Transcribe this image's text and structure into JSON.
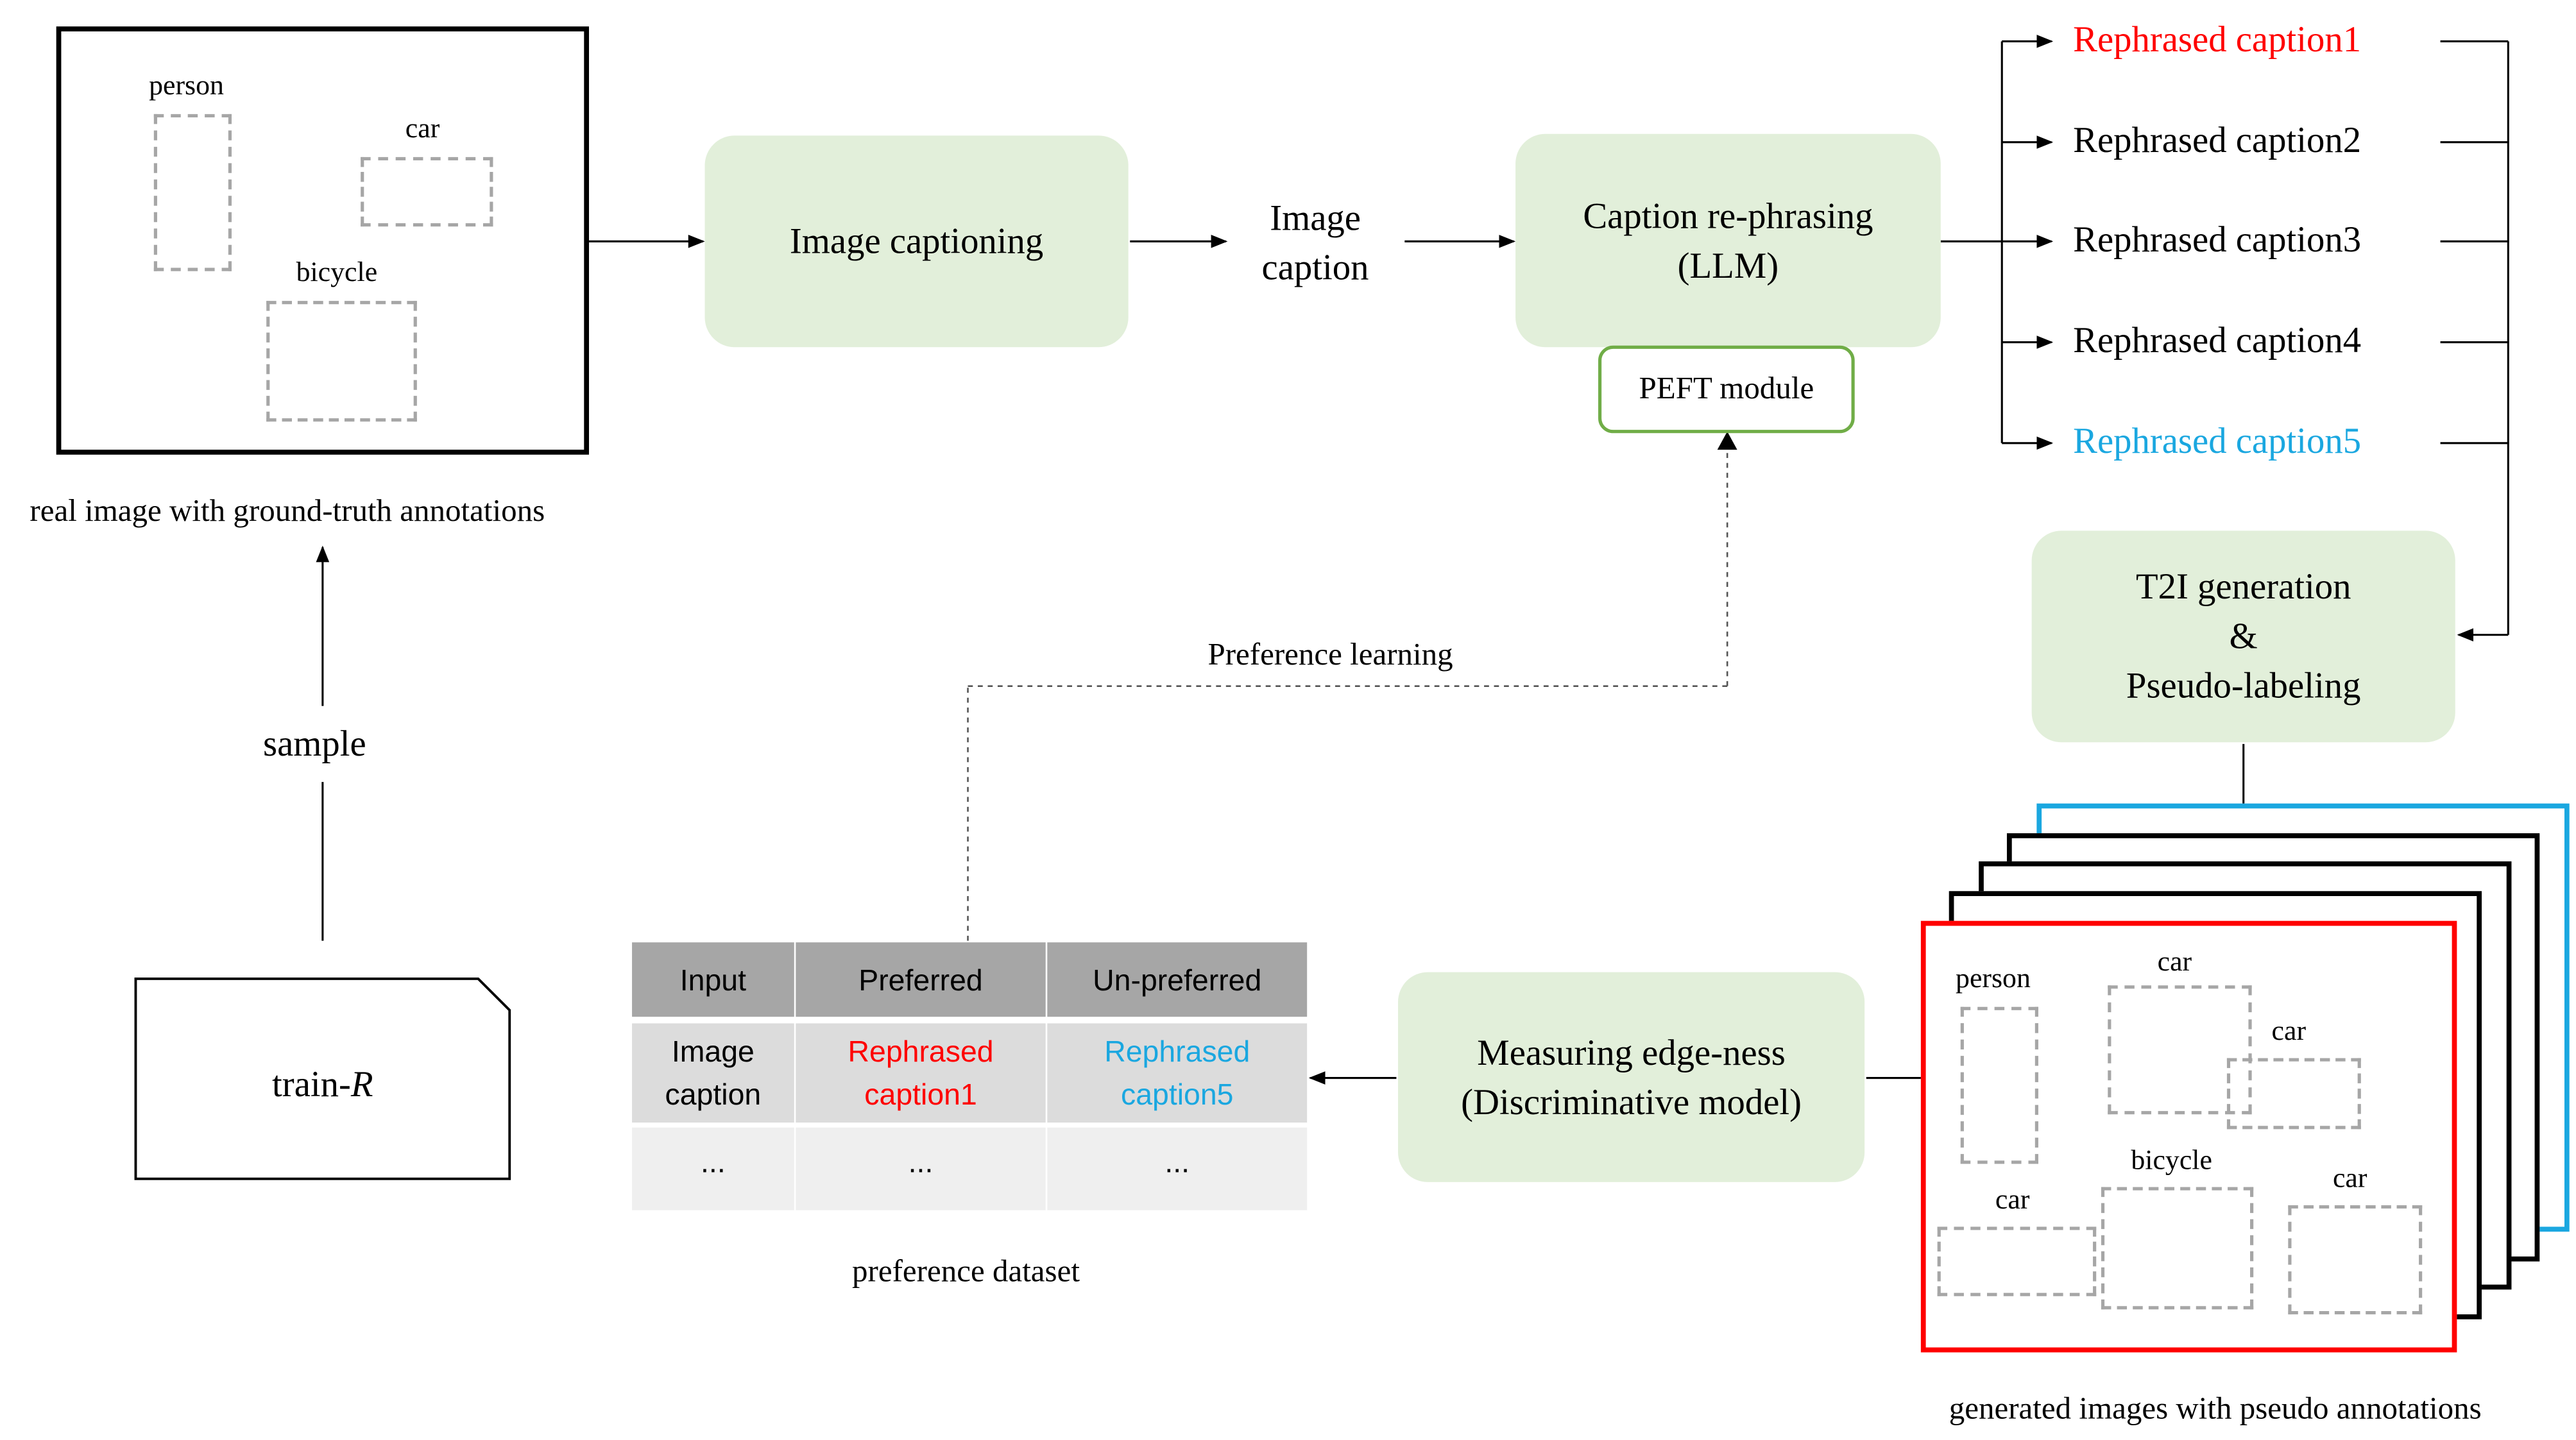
{
  "real_image": {
    "caption": "real image with ground-truth annotations",
    "boxes": {
      "person": "person",
      "car": "car",
      "bicycle": "bicycle"
    }
  },
  "sample_label": "sample",
  "train_doc": {
    "prefix": "train-",
    "suffix": "R"
  },
  "modules": {
    "image_captioning": "Image captioning",
    "image_caption_line1": "Image",
    "image_caption_line2": "caption",
    "rephrasing_line1": "Caption re-phrasing",
    "rephrasing_line2": "(LLM)",
    "peft": "PEFT module",
    "t2i_line1": "T2I generation",
    "t2i_line2": "&",
    "t2i_line3": "Pseudo-labeling",
    "measure_line1": "Measuring edge-ness",
    "measure_line2": "(Discriminative model)"
  },
  "rephrased": [
    {
      "label": "Rephrased caption1",
      "color": "#ff0000"
    },
    {
      "label": "Rephrased caption2",
      "color": "#000000"
    },
    {
      "label": "Rephrased caption3",
      "color": "#000000"
    },
    {
      "label": "Rephrased caption4",
      "color": "#000000"
    },
    {
      "label": "Rephrased caption5",
      "color": "#1aa7e0"
    }
  ],
  "preference_learning": "Preference learning",
  "table": {
    "headers": [
      "Input",
      "Preferred",
      "Un-preferred"
    ],
    "row1": {
      "input_line1": "Image",
      "input_line2": "caption",
      "preferred_line1": "Rephrased",
      "preferred_line2": "caption1",
      "unpreferred_line1": "Rephrased",
      "unpreferred_line2": "caption5"
    },
    "row2": [
      "...",
      "...",
      "..."
    ],
    "caption": "preference dataset"
  },
  "generated": {
    "caption": "generated images with pseudo annotations",
    "boxes": {
      "person": "person",
      "car1": "car",
      "car2": "car",
      "car3": "car",
      "car4": "car",
      "bicycle": "bicycle"
    }
  },
  "colors": {
    "green_box": "#e2efda",
    "red": "#ff0000",
    "blue": "#1aa7e0",
    "peft_border": "#70ad47",
    "table_header": "#a6a6a6"
  }
}
